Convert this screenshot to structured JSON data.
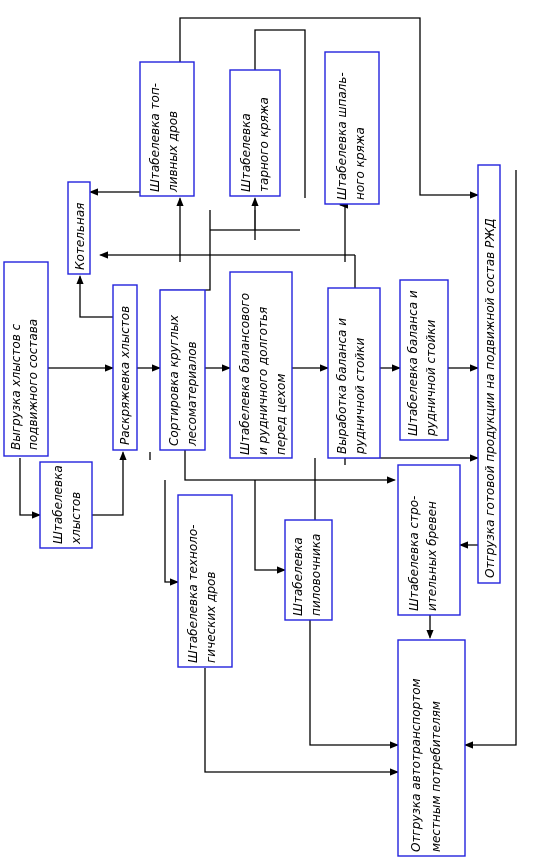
{
  "colors": {
    "box_border": "#2222dd",
    "line": "#000000",
    "background": "#ffffff"
  },
  "boxes": {
    "unload": {
      "line1": "Выгрузка хлыстов с",
      "line2": "подвижного состава"
    },
    "stack_logs": {
      "line1": "Штабелевка",
      "line2": "хлыстов"
    },
    "bucking": {
      "line1": "Раскряжевка хлыстов",
      "line2": ""
    },
    "boiler": {
      "line1": "Котельная",
      "line2": ""
    },
    "fuel": {
      "line1": "Штабелевка топ-",
      "line2": "ливных дров"
    },
    "pulp": {
      "line1": "Штабелевка",
      "line2": "тарного кряжа"
    },
    "sleeper": {
      "line1": "Штабелевка шпаль-",
      "line2": "ного кряжа"
    },
    "sorting": {
      "line1": "Сортировка круглых",
      "line2": "лесоматериалов"
    },
    "balance_stack": {
      "line1": "Штабелевка балансового",
      "line2": "и рудничного долготья",
      "line3": "перед цехом"
    },
    "production": {
      "line1": "Выработка баланса и",
      "line2": "рудничной стойки"
    },
    "balance_store": {
      "line1": "Штабелевка баланса и",
      "line2": "рудничной стойки"
    },
    "rail_shipping": {
      "line1": "Отгрузка готовой продукции на подвижной состав РЖД",
      "line2": ""
    },
    "tech_wood": {
      "line1": "Штабелевка техноло-",
      "line2": "гических дров"
    },
    "sawlogs": {
      "line1": "Штабелевка",
      "line2": "пиловочника"
    },
    "building": {
      "line1": "Штабелевка стро-",
      "line2": "ительных бревен"
    },
    "truck_shipping": {
      "line1": "Отгрузка автотранспортом",
      "line2": "местным потребителям"
    }
  }
}
